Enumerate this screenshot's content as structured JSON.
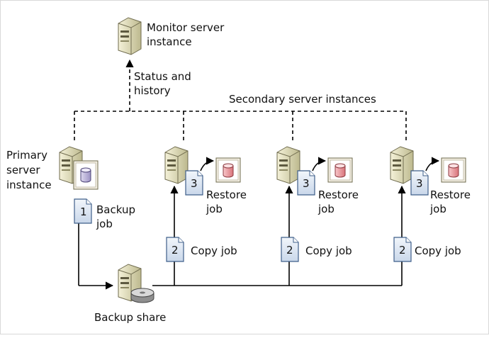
{
  "monitor": {
    "line1": "Monitor server",
    "line2": "instance"
  },
  "status": {
    "line1": "Status and",
    "line2": "history"
  },
  "secondary_label": "Secondary server instances",
  "primary": {
    "line1": "Primary",
    "line2": "server",
    "line3": "instance"
  },
  "backup_job": {
    "num": "1",
    "line1": "Backup",
    "line2": "job"
  },
  "restore_job": {
    "num": "3",
    "line1": "Restore",
    "line2": "job"
  },
  "copy_job": {
    "num": "2",
    "label": "Copy job"
  },
  "backup_share": "Backup share",
  "colors": {
    "line": "#000000",
    "server_body": "#d9d6b0",
    "db_red": "#e89ba0",
    "db_purple": "#b8b0d6",
    "doc_fill": "#dde7f3"
  }
}
